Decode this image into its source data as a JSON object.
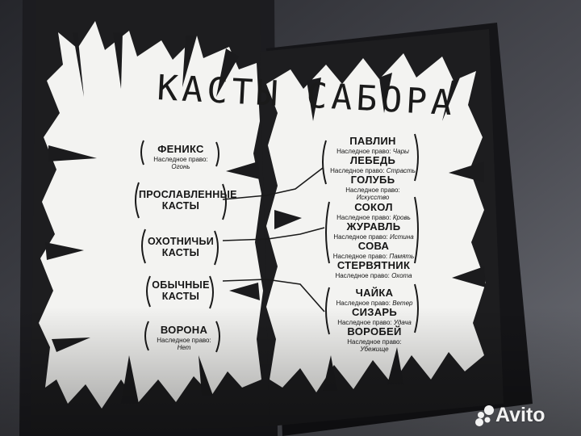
{
  "title": "КАСТЫ САБОРА",
  "inherit_label": "Наследное право:",
  "left_items": [
    {
      "name": "ФЕНИКС",
      "right": "Огонь"
    },
    {
      "name": "ПРОСЛАВЛЕННЫЕ",
      "name2": "КАСТЫ"
    },
    {
      "name": "ОХОТНИЧЬИ",
      "name2": "КАСТЫ"
    },
    {
      "name": "ОБЫЧНЫЕ",
      "name2": "КАСТЫ"
    },
    {
      "name": "ВОРОНА",
      "right": "Нет"
    }
  ],
  "groups": [
    [
      {
        "name": "ПАВЛИН",
        "right": "Чары"
      },
      {
        "name": "ЛЕБЕДЬ",
        "right": "Страсть"
      },
      {
        "name": "ГОЛУБЬ",
        "right": "Искусство"
      }
    ],
    [
      {
        "name": "СОКОЛ",
        "right": "Кровь"
      },
      {
        "name": "ЖУРАВЛЬ",
        "right": "Истина"
      },
      {
        "name": "СОВА",
        "right": "Память"
      },
      {
        "name": "СТЕРВЯТНИК",
        "right": "Охота"
      }
    ],
    [
      {
        "name": "ЧАЙКА",
        "right": "Ветер"
      },
      {
        "name": "СИЗАРЬ",
        "right": "Удача"
      },
      {
        "name": "ВОРОБЕЙ",
        "right": "Убежище"
      }
    ]
  ],
  "watermark": "Avito",
  "colors": {
    "ink": "#151515",
    "page": "#f5f5f3",
    "background": "#3e3f45"
  }
}
